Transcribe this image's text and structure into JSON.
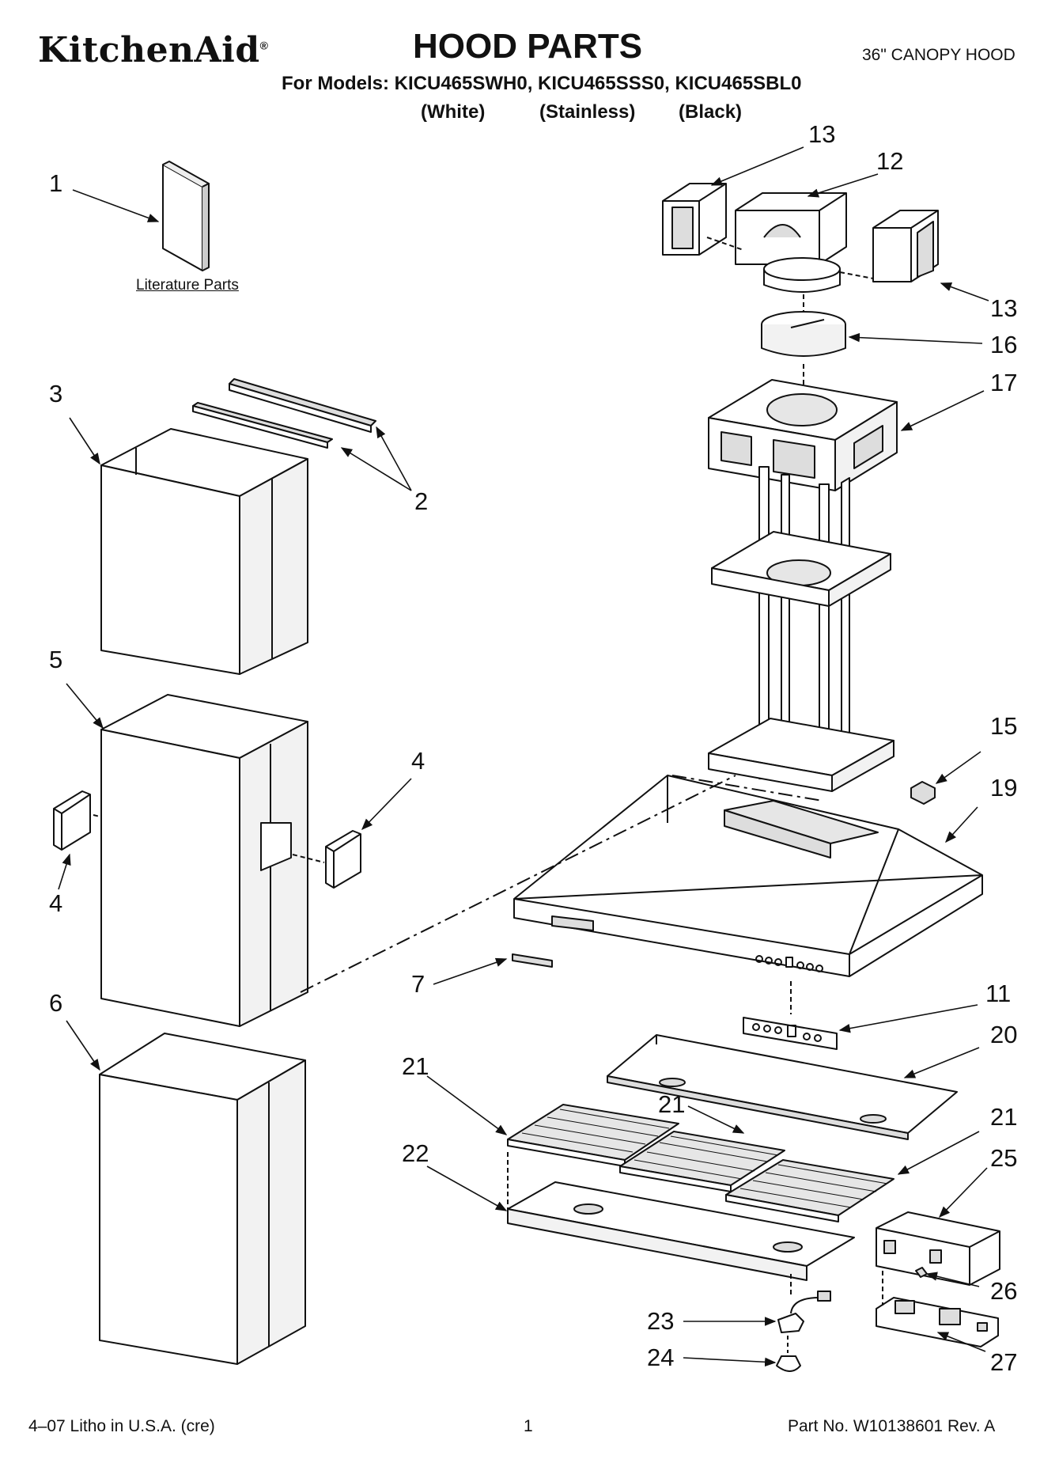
{
  "header": {
    "brand": "KitchenAid",
    "brand_mark": "®",
    "title": "HOOD PARTS",
    "hood_type": "36\" CANOPY HOOD",
    "models": "For Models: KICU465SWH0, KICU465SSS0, KICU465SBL0",
    "finishes": [
      "(White)",
      "(Stainless)",
      "(Black)"
    ]
  },
  "labels": {
    "literature_parts": "Literature Parts"
  },
  "callouts": [
    "1",
    "2",
    "3",
    "4",
    "4",
    "5",
    "6",
    "7",
    "11",
    "12",
    "13",
    "13",
    "15",
    "16",
    "17",
    "19",
    "20",
    "21",
    "21",
    "21",
    "22",
    "23",
    "24",
    "25",
    "26",
    "27"
  ],
  "footer": {
    "litho": "4–07 Litho in U.S.A. (cre)",
    "page_number": "1",
    "part_number": "Part No. W10138601 Rev. A"
  },
  "colors": {
    "line": "#111111",
    "shade": "#d9d9d9",
    "background": "#ffffff"
  }
}
